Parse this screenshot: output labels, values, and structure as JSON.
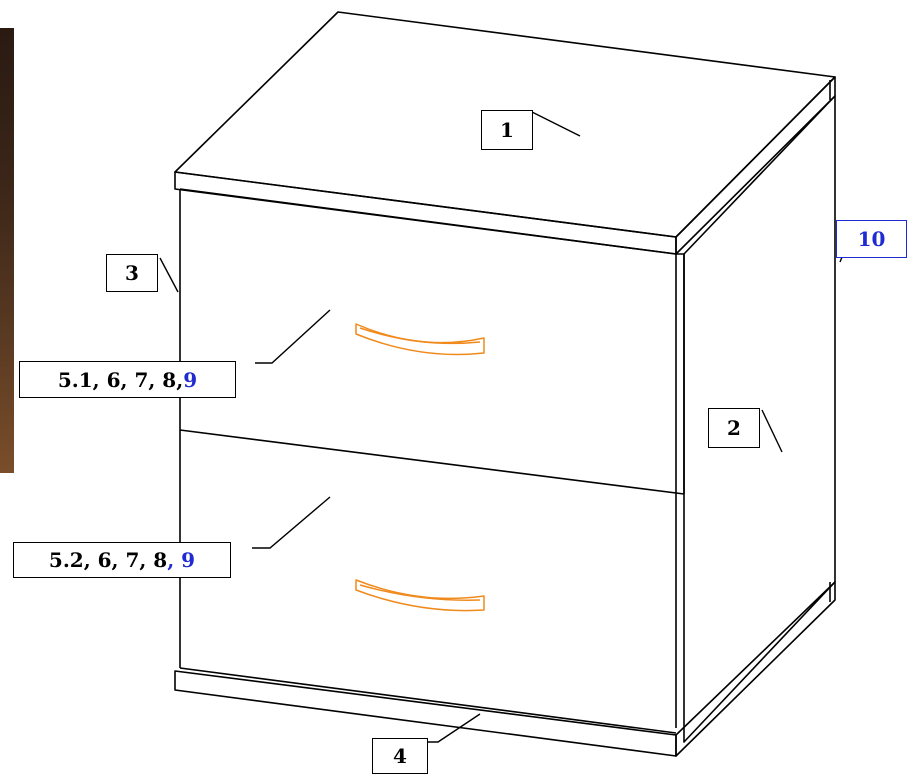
{
  "colors": {
    "outline": "#000000",
    "handle": "#f08a1c",
    "accent_label": "#1f2bd1",
    "photo": "#3b2618"
  },
  "labels": {
    "top_panel": "1",
    "side_panel": "2",
    "left_panel": "3",
    "bottom_panel": "4",
    "back_panel": "10",
    "drawer_upper": {
      "text": "5.1, 6, 7, 8, ",
      "highlight": "9"
    },
    "drawer_lower": {
      "text": "5.2, 6, 7, 8",
      "highlight": ", 9"
    }
  }
}
